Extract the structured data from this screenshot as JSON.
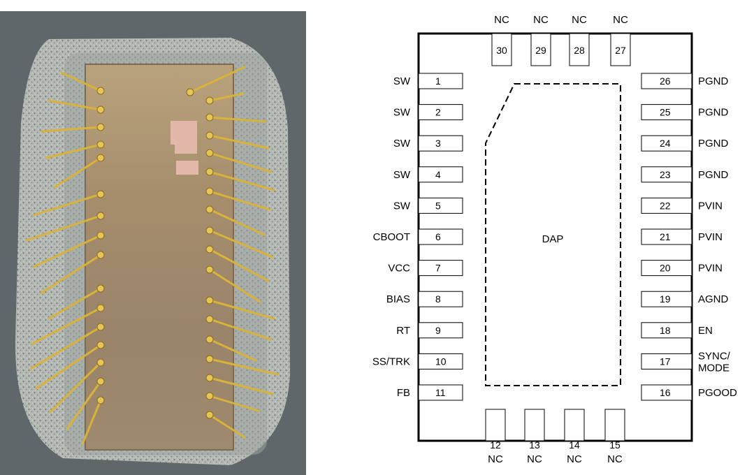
{
  "photo": {
    "subject": "decapsulated-die-photo"
  },
  "pinout": {
    "dap_label": "DAP",
    "left_pins": [
      {
        "num": "1",
        "name": "SW"
      },
      {
        "num": "2",
        "name": "SW"
      },
      {
        "num": "3",
        "name": "SW"
      },
      {
        "num": "4",
        "name": "SW"
      },
      {
        "num": "5",
        "name": "SW"
      },
      {
        "num": "6",
        "name": "CBOOT"
      },
      {
        "num": "7",
        "name": "VCC"
      },
      {
        "num": "8",
        "name": "BIAS"
      },
      {
        "num": "9",
        "name": "RT"
      },
      {
        "num": "10",
        "name": "SS/TRK"
      },
      {
        "num": "11",
        "name": "FB"
      }
    ],
    "right_pins": [
      {
        "num": "26",
        "name": "PGND"
      },
      {
        "num": "25",
        "name": "PGND"
      },
      {
        "num": "24",
        "name": "PGND"
      },
      {
        "num": "23",
        "name": "PGND"
      },
      {
        "num": "22",
        "name": "PVIN"
      },
      {
        "num": "21",
        "name": "PVIN"
      },
      {
        "num": "20",
        "name": "PVIN"
      },
      {
        "num": "19",
        "name": "AGND"
      },
      {
        "num": "18",
        "name": "EN"
      },
      {
        "num": "17",
        "name": "SYNC/",
        "name2": "MODE"
      },
      {
        "num": "16",
        "name": "PGOOD"
      }
    ],
    "top_pins": [
      {
        "num": "30",
        "name": "NC"
      },
      {
        "num": "29",
        "name": "NC"
      },
      {
        "num": "28",
        "name": "NC"
      },
      {
        "num": "27",
        "name": "NC"
      }
    ],
    "bottom_pins": [
      {
        "num": "12",
        "name": "NC"
      },
      {
        "num": "13",
        "name": "NC"
      },
      {
        "num": "14",
        "name": "NC"
      },
      {
        "num": "15",
        "name": "NC"
      }
    ]
  },
  "colors": {
    "background": "#ffffff",
    "outline": "#000000",
    "photo_backdrop": "#5c6468",
    "epoxy": "#aeb4b0",
    "die": "#a8916f",
    "gold_wire": "#d8b23a"
  }
}
